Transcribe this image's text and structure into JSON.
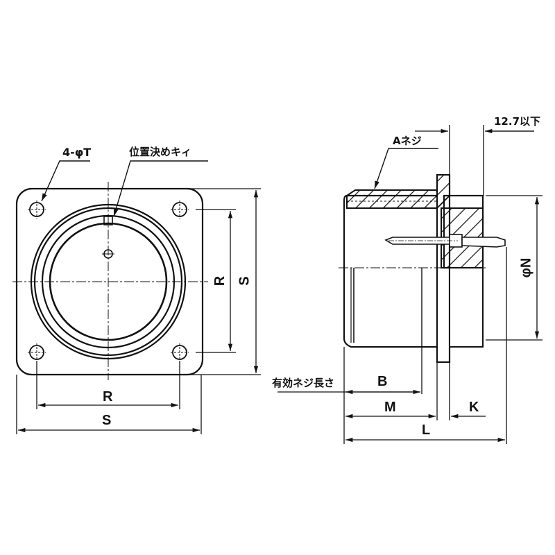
{
  "diagram": {
    "type": "connector-mechanical-drawing",
    "front_view": {
      "callouts": {
        "mounting_holes": "4-φT",
        "positioning_key": "位置決めキィ"
      },
      "dimensions": {
        "hole_pitch_horizontal": "R",
        "flange_width": "S",
        "hole_pitch_vertical": "R",
        "flange_height": "S"
      }
    },
    "side_view": {
      "callouts": {
        "thread": "Aネジ",
        "max_length": "12.7以下",
        "effective_thread_length": "有効ネジ長さ"
      },
      "dimensions": {
        "thread_length": "B",
        "body_length": "M",
        "flange_thickness": "K",
        "overall_length": "L",
        "diameter": "φN"
      }
    },
    "colors": {
      "line": "#111111",
      "background": "#ffffff"
    }
  }
}
